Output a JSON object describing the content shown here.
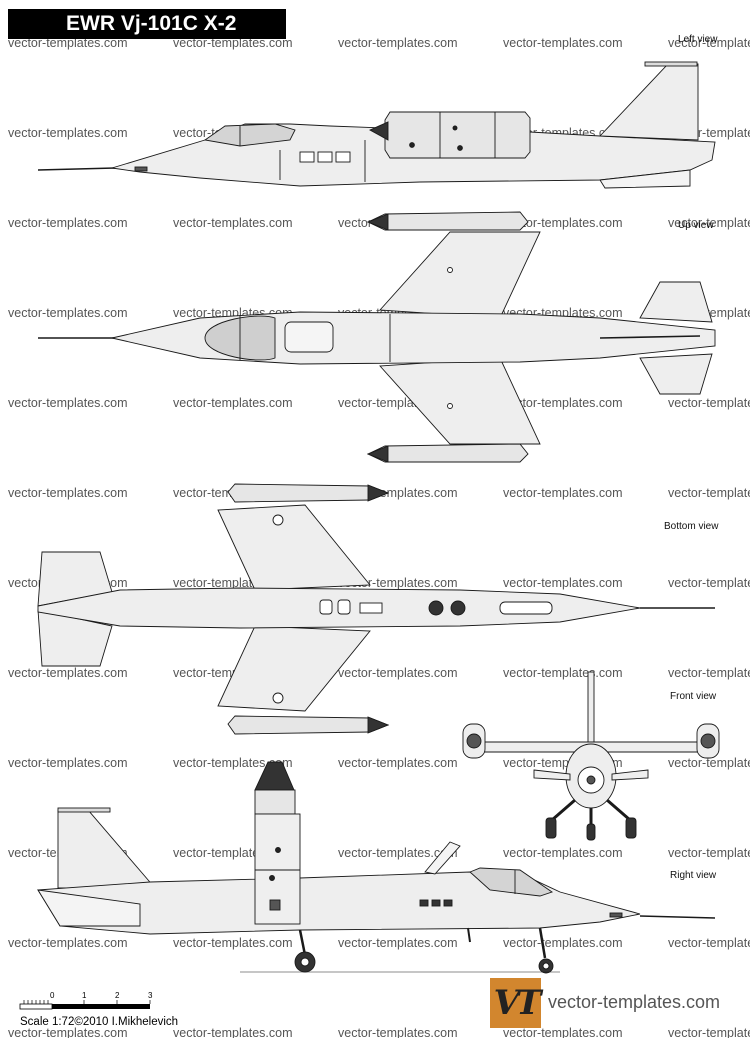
{
  "title": "EWR Vj-101C X-2",
  "watermark": "vector-templates.com",
  "views": {
    "left": "Left view",
    "up": "Up view",
    "bottom": "Bottom view",
    "front": "Front view",
    "right": "Right view"
  },
  "scale_bar": {
    "ticks": [
      "0",
      "1",
      "2",
      "3"
    ]
  },
  "scale_text": "Scale 1:72©2010 I.Mikhelevich",
  "logo": {
    "mark": "VT",
    "text": "vector-templates.com",
    "color": "#d2862e"
  },
  "colors": {
    "fill": "#e8e8e8",
    "stroke": "#1a1a1a",
    "glass": "#c8c8c8",
    "dark": "#333333"
  }
}
